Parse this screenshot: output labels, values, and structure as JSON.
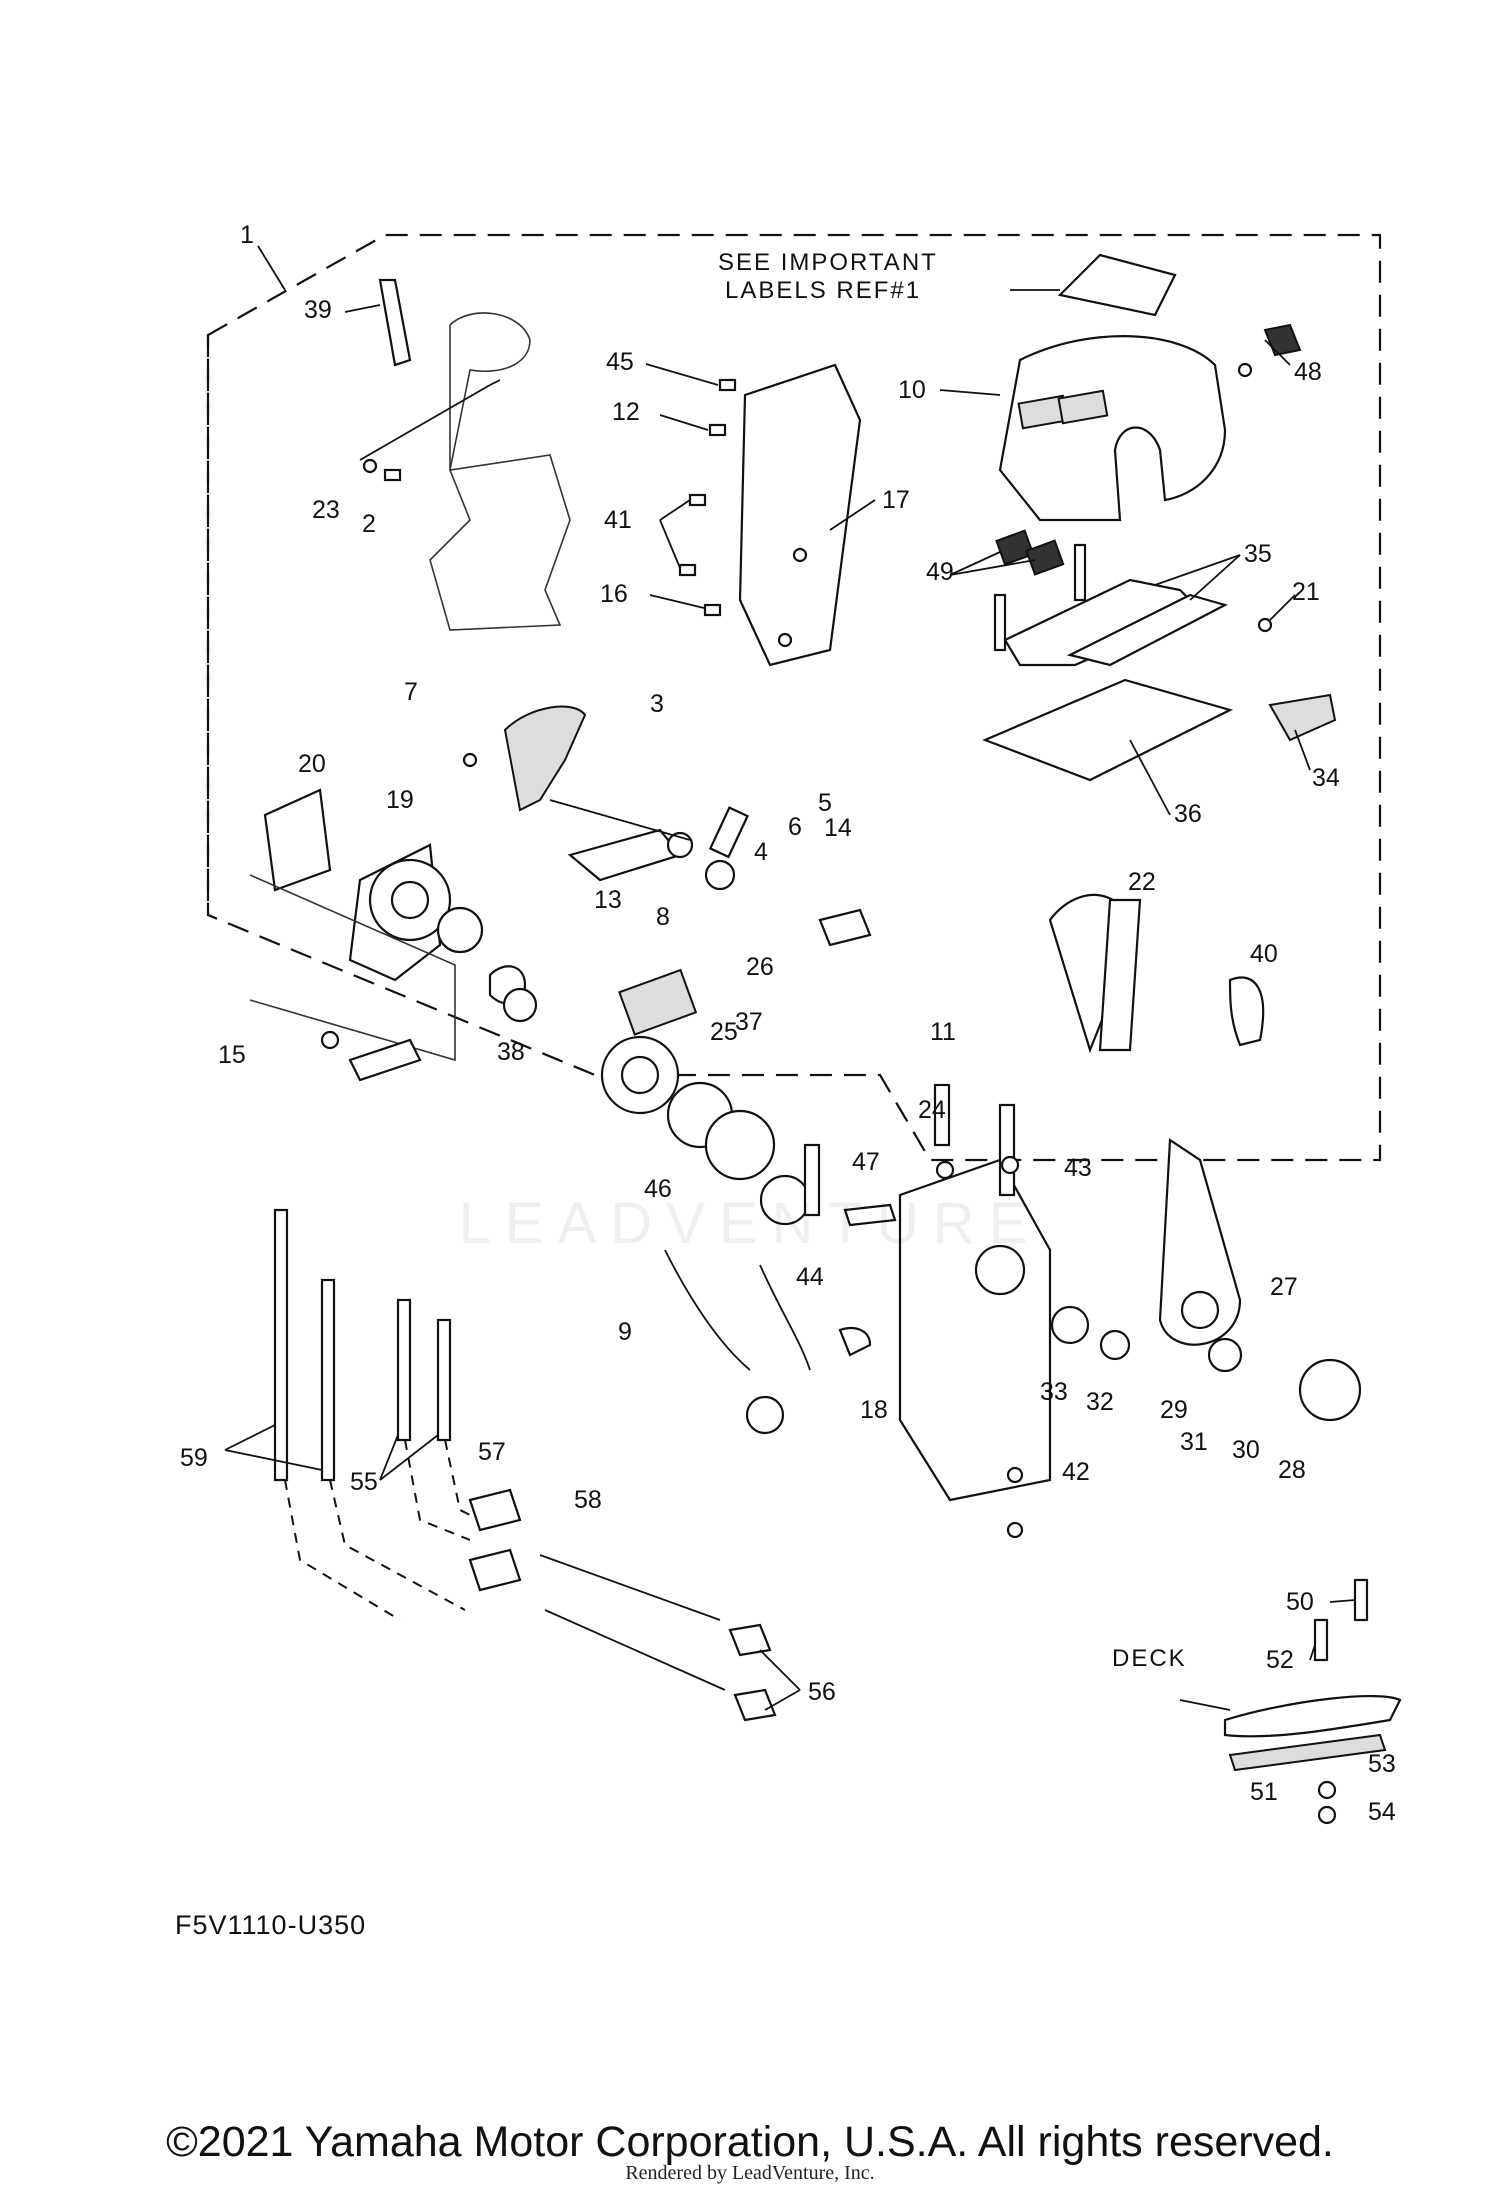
{
  "diagram": {
    "code": "F5V1110-U350",
    "note": "SEE IMPORTANT\nLABELS REF#1",
    "note_line1": "SEE IMPORTANT",
    "note_line2": "LABELS REF#1",
    "deck_label": "DECK",
    "watermark": "LEADVENTURE"
  },
  "callouts": [
    "1",
    "2",
    "3",
    "4",
    "5",
    "6",
    "7",
    "8",
    "9",
    "10",
    "11",
    "12",
    "13",
    "14",
    "15",
    "16",
    "17",
    "18",
    "19",
    "20",
    "21",
    "22",
    "23",
    "24",
    "25",
    "26",
    "27",
    "28",
    "29",
    "30",
    "31",
    "32",
    "33",
    "34",
    "35",
    "36",
    "37",
    "38",
    "39",
    "40",
    "41",
    "42",
    "43",
    "44",
    "45",
    "46",
    "47",
    "48",
    "49",
    "50",
    "51",
    "52",
    "53",
    "54",
    "55",
    "56",
    "57",
    "58",
    "59"
  ],
  "footer": {
    "copyright": "©2021 Yamaha Motor Corporation, U.S.A. All rights reserved.",
    "rendered_by": "Rendered by LeadVenture, Inc."
  }
}
